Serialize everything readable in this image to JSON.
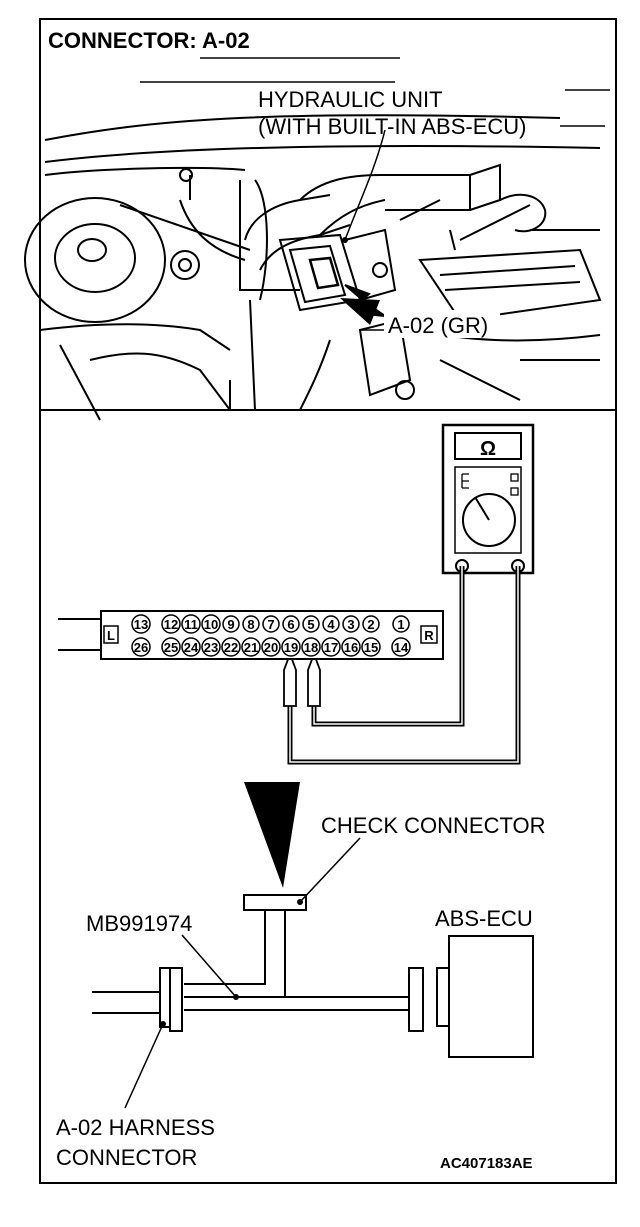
{
  "title": "CONNECTOR: A-02",
  "photo": {
    "hydraulic_unit_line1": "HYDRAULIC UNIT",
    "hydraulic_unit_line2": "(WITH BUILT-IN ABS-ECU)",
    "connector_label": "A-02 (GR)"
  },
  "meter": {
    "symbol": "Ω"
  },
  "connector": {
    "left_tag": "L",
    "right_tag": "R",
    "top_row": [
      "13",
      "12",
      "11",
      "10",
      "9",
      "8",
      "7",
      "6",
      "5",
      "4",
      "3",
      "2",
      "1"
    ],
    "bottom_row": [
      "26",
      "25",
      "24",
      "23",
      "22",
      "21",
      "20",
      "19",
      "18",
      "17",
      "16",
      "15",
      "14"
    ]
  },
  "schematic": {
    "check_connector": "CHECK CONNECTOR",
    "tool": "MB991974",
    "abs_ecu": "ABS-ECU",
    "harness_line1": "A-02 HARNESS",
    "harness_line2": "CONNECTOR"
  },
  "figure_code": "AC407183AE",
  "colors": {
    "ink": "#000000",
    "paper": "#ffffff"
  }
}
